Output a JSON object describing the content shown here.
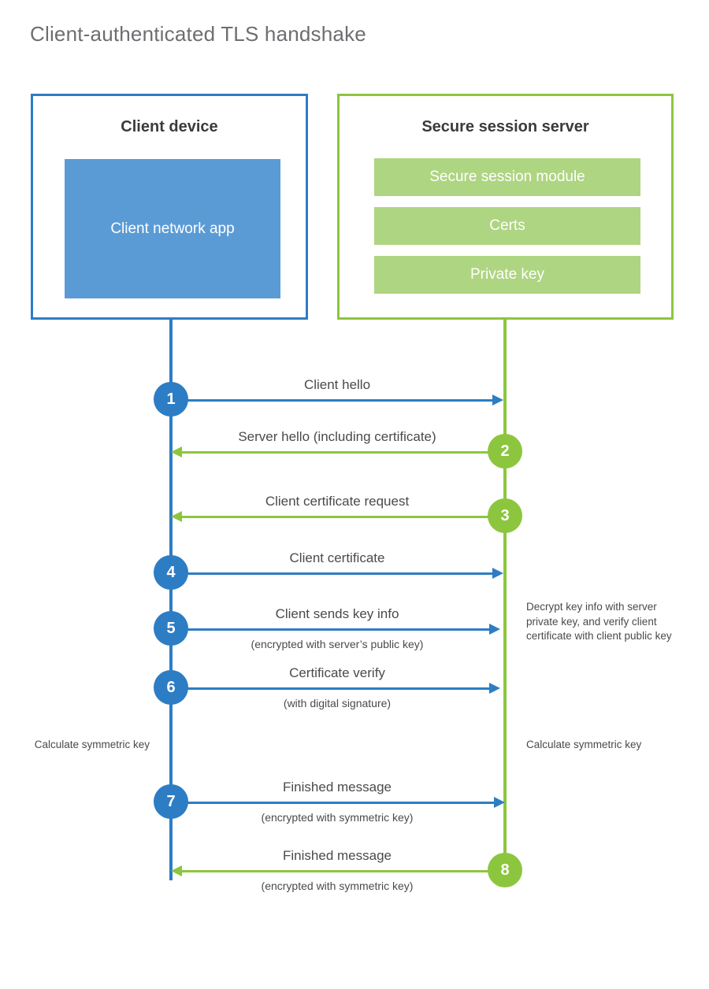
{
  "title": "Client-authenticated TLS handshake",
  "colors": {
    "client_blue": "#2d7dc4",
    "client_app_fill": "#5b9bd5",
    "server_green": "#8cc63e",
    "server_block_fill": "#aed581",
    "title_gray": "#6d6e71",
    "text_gray": "#4a4a4a"
  },
  "actors": {
    "client": {
      "title": "Client device",
      "blocks": [
        {
          "label": "Client network app"
        }
      ]
    },
    "server": {
      "title": "Secure session server",
      "blocks": [
        {
          "label": "Secure session module"
        },
        {
          "label": "Certs"
        },
        {
          "label": "Private key"
        }
      ]
    }
  },
  "messages": [
    {
      "step": "1",
      "label": "Client hello",
      "sublabel": "",
      "direction": "client-to-server",
      "color": "blue"
    },
    {
      "step": "2",
      "label": "Server hello (including certificate)",
      "sublabel": "",
      "direction": "server-to-client",
      "color": "green"
    },
    {
      "step": "3",
      "label": "Client certificate request",
      "sublabel": "",
      "direction": "server-to-client",
      "color": "green"
    },
    {
      "step": "4",
      "label": "Client certificate",
      "sublabel": "",
      "direction": "client-to-server",
      "color": "blue"
    },
    {
      "step": "5",
      "label": "Client sends key info",
      "sublabel": "(encrypted with server’s public key)",
      "direction": "client-to-server",
      "color": "blue"
    },
    {
      "step": "6",
      "label": "Certificate verify",
      "sublabel": "(with digital signature)",
      "direction": "client-to-server",
      "color": "blue"
    },
    {
      "step": "7",
      "label": "Finished message",
      "sublabel": "(encrypted with symmetric key)",
      "direction": "client-to-server",
      "color": "blue"
    },
    {
      "step": "8",
      "label": "Finished message",
      "sublabel": "(encrypted with symmetric key)",
      "direction": "server-to-client",
      "color": "green"
    }
  ],
  "notes": {
    "server_decrypt": "Decrypt key info with server private key, and verify client certificate with client public key",
    "client_calculate": "Calculate symmetric key",
    "server_calculate": "Calculate symmetric key"
  }
}
